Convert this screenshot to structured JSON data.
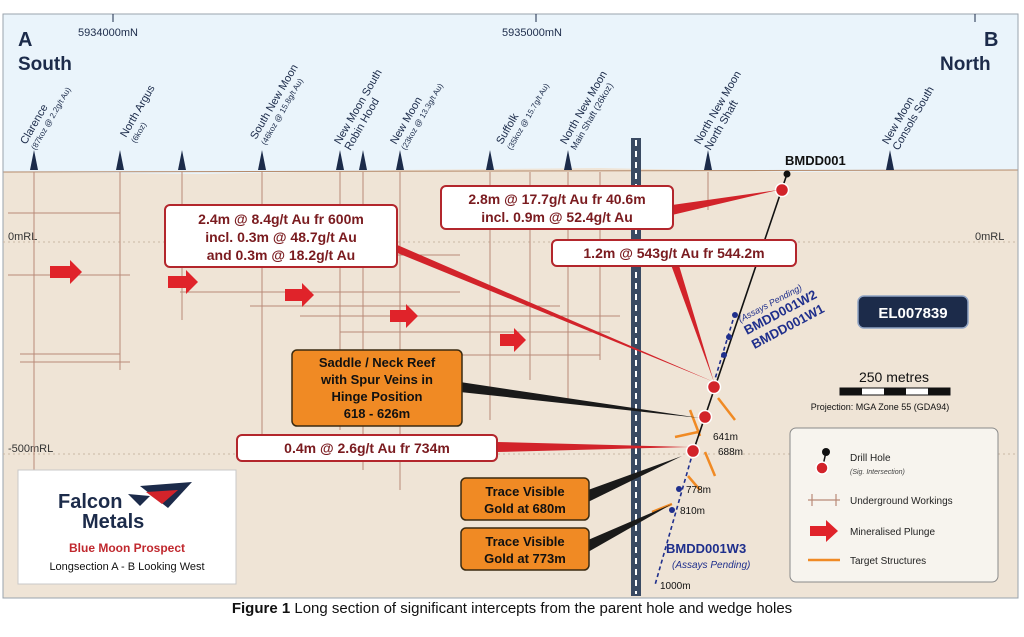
{
  "header": {
    "left_letter": "A",
    "left_dir": "South",
    "right_letter": "B",
    "right_dir": "North",
    "northing_1": "5934000mN",
    "northing_2": "5935000mN"
  },
  "rl_labels": {
    "zero_left": "0mRL",
    "zero_right": "0mRL",
    "minus500": "-500mRL"
  },
  "shafts": [
    {
      "name": "Clarence",
      "note": "(87koz @ 2.2g/t Au)"
    },
    {
      "name": "North Argus",
      "note": "(6koz)"
    },
    {
      "name": "South New Moon",
      "note": "(46koz @ 15.8g/t Au)"
    },
    {
      "name": "New Moon South",
      "note": "Robin Hood"
    },
    {
      "name": "New Moon",
      "note": "(23koz @ 13.3g/t Au)"
    },
    {
      "name": "Suffolk",
      "note": "(35koz @ 15.7g/t Au)"
    },
    {
      "name": "North New Moon",
      "note": "Main Shaft (26koz)"
    },
    {
      "name": "North New Moon",
      "note": "North Shaft"
    },
    {
      "name": "New Moon",
      "note": "Consols South"
    }
  ],
  "holes": {
    "parent": "BMDD001",
    "w2": "BMDD001W2",
    "w1": "BMDD001W1",
    "w2_pending": "(Assays Pending)",
    "w3": "BMDD001W3",
    "w3_pending": "(Assays Pending)"
  },
  "intercepts": {
    "i1_l1": "2.8m @ 17.7g/t Au fr 40.6m",
    "i1_l2": "incl. 0.9m @ 52.4g/t Au",
    "i2_l1": "2.4m @ 8.4g/t Au fr 600m",
    "i2_l2": "incl. 0.3m @ 48.7g/t Au",
    "i2_l3": "and 0.3m @ 18.2g/t Au",
    "i3": "1.2m @ 543g/t Au fr 544.2m",
    "i4": "0.4m @ 2.6g/t Au fr 734m"
  },
  "callouts": {
    "saddle_l1": "Saddle / Neck Reef",
    "saddle_l2": "with Spur Veins in",
    "saddle_l3": "Hinge Position",
    "saddle_l4": "618 - 626m",
    "vg1_l1": "Trace Visible",
    "vg1_l2": "Gold at 680m",
    "vg2_l1": "Trace Visible",
    "vg2_l2": "Gold at 773m"
  },
  "depths": {
    "d641": "641m",
    "d688": "688m",
    "d778": "778m",
    "d810": "810m",
    "d1000": "1000m"
  },
  "tenement": "EL007839",
  "scale": {
    "label": "250 metres",
    "projection": "Projection: MGA Zone 55 (GDA94)"
  },
  "legend": {
    "drill_hole": "Drill Hole",
    "drill_hole_sub": "(Sig. Intersection)",
    "underground": "Underground Workings",
    "plunge": "Mineralised Plunge",
    "target": "Target Structures"
  },
  "logo": {
    "line1": "Falcon",
    "line2": "Metals",
    "prospect": "Blue Moon Prospect",
    "subtitle": "Longsection A - B Looking West"
  },
  "caption": {
    "label": "Figure 1",
    "text": "Long section of significant intercepts from the parent hole and wedge holes"
  },
  "colors": {
    "ground": "#efe3d4",
    "sky": "#e8f3fb",
    "navy": "#1c2b4a",
    "red": "#d2232a",
    "orange": "#f08a24",
    "hole_blue": "#1f2f8c"
  }
}
